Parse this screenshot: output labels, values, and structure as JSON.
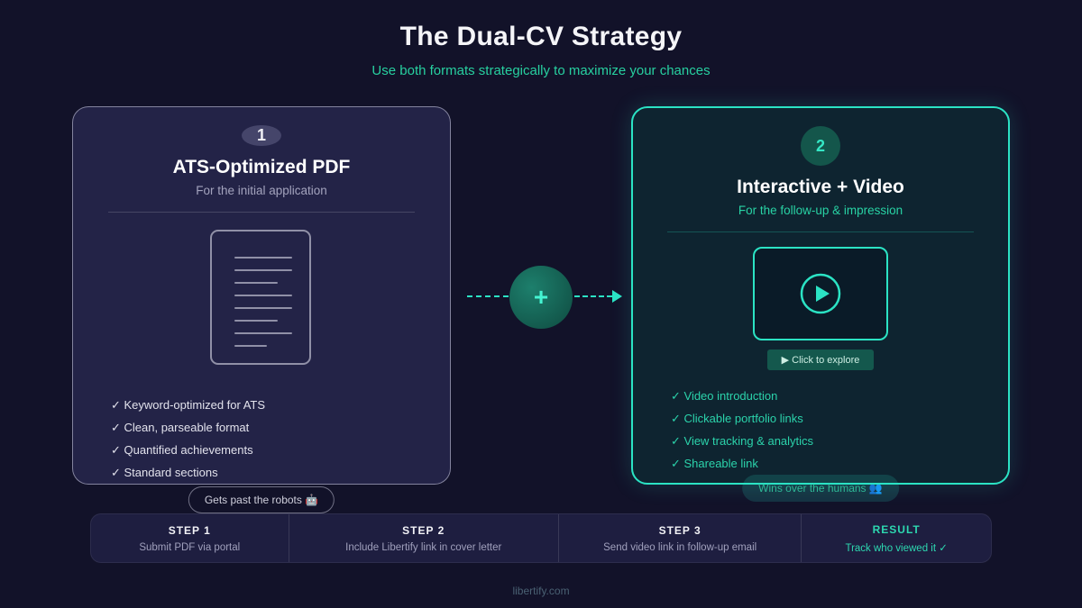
{
  "header": {
    "title": "The Dual-CV Strategy",
    "subtitle": "Use both formats strategically to maximize your chances"
  },
  "left_card": {
    "badge": "1",
    "title": "ATS-Optimized PDF",
    "subtitle": "For the initial application",
    "features": [
      "✓ Keyword-optimized for ATS",
      "✓ Clean, parseable format",
      "✓ Quantified achievements",
      "✓ Standard sections"
    ],
    "tag": "Gets past the robots 🤖"
  },
  "right_card": {
    "badge": "2",
    "title": "Interactive + Video",
    "subtitle": "For the follow-up & impression",
    "cta": "▶ Click to explore",
    "features": [
      "✓ Video introduction",
      "✓ Clickable portfolio links",
      "✓ View tracking & analytics",
      "✓ Shareable link"
    ],
    "tag": "Wins over the humans 👥"
  },
  "connector": {
    "plus": "+"
  },
  "steps": [
    {
      "label": "STEP 1",
      "text": "Submit PDF via portal"
    },
    {
      "label": "STEP 2",
      "text": "Include Libertify link in cover letter"
    },
    {
      "label": "STEP 3",
      "text": "Send video link in follow-up email"
    },
    {
      "label": "RESULT",
      "text": "Track who viewed it ✓"
    }
  ],
  "footer": "libertify.com",
  "colors": {
    "accent": "#2be3c4",
    "teal_text": "#27d0a0",
    "page_bg": "#121229",
    "left_card_bg": "#232347",
    "right_card_bg": "#0e2430",
    "steps_bg": "#1e1e40"
  }
}
